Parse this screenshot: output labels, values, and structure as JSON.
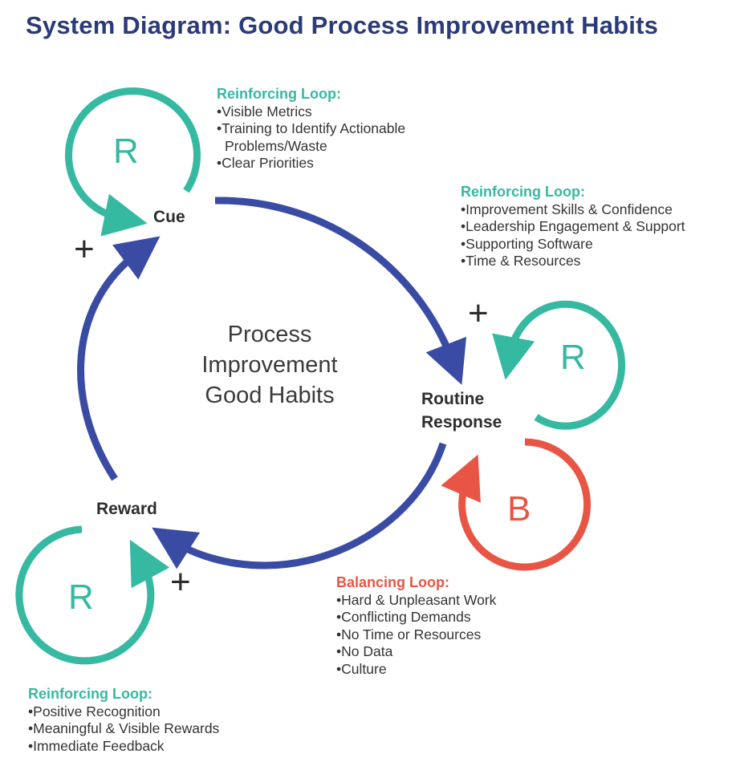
{
  "title": "System Diagram: Good Process Improvement Habits",
  "center_label": [
    "Process",
    "Improvement",
    "Good Habits"
  ],
  "nodes": {
    "cue": "Cue",
    "routine": [
      "Routine",
      "Response"
    ],
    "reward": "Reward"
  },
  "loop_letters": {
    "cue": "R",
    "routine": "R",
    "balancing": "B",
    "reward": "R"
  },
  "plus_sign": "+",
  "notes": {
    "cue": {
      "heading": "Reinforcing Loop:",
      "items": [
        "Visible Metrics",
        "Training to Identify Actionable Problems/Waste",
        "Clear Priorities"
      ]
    },
    "routine": {
      "heading": "Reinforcing Loop:",
      "items": [
        "Improvement Skills & Confidence",
        "Leadership Engagement & Support",
        "Supporting Software",
        "Time & Resources"
      ]
    },
    "balancing": {
      "heading": "Balancing Loop:",
      "items": [
        "Hard & Unpleasant Work",
        "Conflicting Demands",
        "No Time or Resources",
        "No Data",
        "Culture"
      ]
    },
    "reward": {
      "heading": "Reinforcing Loop:",
      "items": [
        "Positive Recognition",
        "Meaningful & Visible Rewards",
        "Immediate Feedback"
      ]
    }
  },
  "colors": {
    "main": "#3a4ba3",
    "reinforcing": "#35b9a1",
    "balancing": "#e85545",
    "title": "#2b3a78"
  }
}
